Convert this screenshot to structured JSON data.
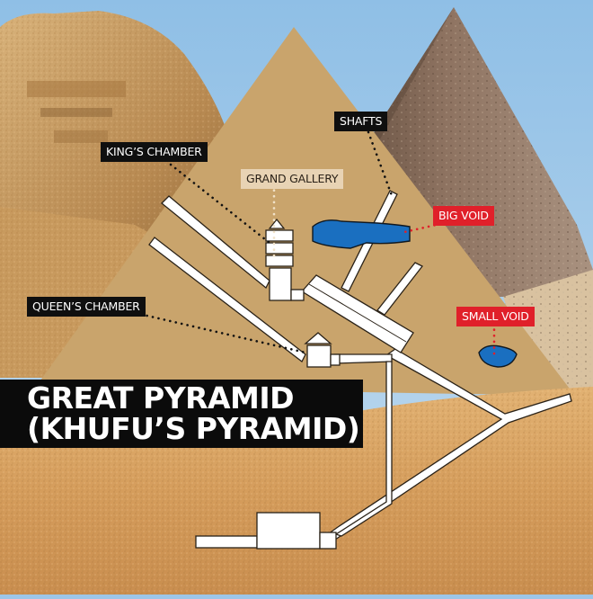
{
  "title": {
    "line1": "GREAT PYRAMID",
    "line2": "(KHUFU’S PYRAMID)"
  },
  "labels": {
    "kings_chamber": "KING’S CHAMBER",
    "shafts": "SHAFTS",
    "grand_gallery": "GRAND GALLERY",
    "big_void": "BIG VOID",
    "queens_chamber": "QUEEN’S CHAMBER",
    "small_void": "SMALL VOID"
  },
  "colors": {
    "sky": "#9dc6e8",
    "pyramid_fill": "#c9a46c",
    "sand": "#d9a566",
    "passage": "#ffffff",
    "void": "#1a6fc0",
    "label_dark": "#0f0f0f",
    "label_red": "#e0202a",
    "label_light": "#e8d3b4"
  }
}
